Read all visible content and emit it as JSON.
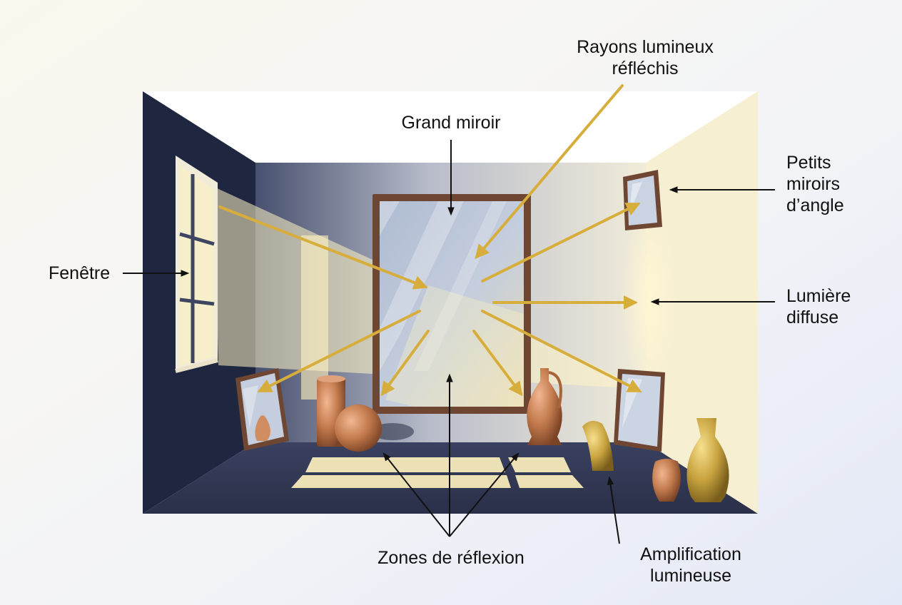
{
  "labels": {
    "rays_line1": "Rayons lumineux",
    "rays_line2": "réfléchis",
    "big_mirror": "Grand miroir",
    "small_line1": "Petits",
    "small_line2": "miroirs",
    "small_line3": "d’angle",
    "window": "Fenêtre",
    "diffuse_line1": "Lumière",
    "diffuse_line2": "diffuse",
    "zones": "Zones de réflexion",
    "amp_line1": "Amplification",
    "amp_line2": "lumineuse"
  },
  "colors": {
    "ray": "#d7ae3c",
    "copper": "#c27a4c",
    "brass": "#c9a440",
    "frame": "#6e4632",
    "dark_wall": "#1f2740",
    "light_wall": "#f6efd2"
  }
}
